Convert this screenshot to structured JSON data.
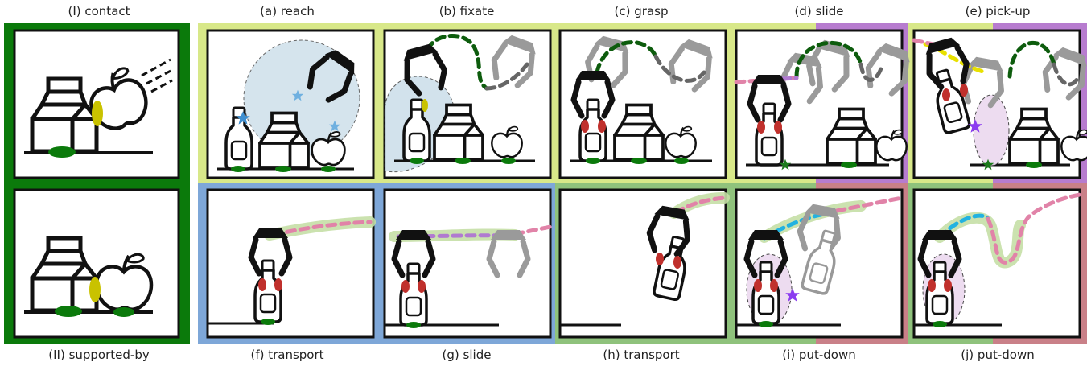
{
  "left_column": {
    "top_caption": "(I) contact",
    "bottom_caption": "(II) supported-by"
  },
  "panels": [
    {
      "id": "a",
      "caption": "(a) reach"
    },
    {
      "id": "b",
      "caption": "(b) fixate"
    },
    {
      "id": "c",
      "caption": "(c) grasp"
    },
    {
      "id": "d",
      "caption": "(d) slide"
    },
    {
      "id": "e",
      "caption": "(e) pick-up"
    },
    {
      "id": "f",
      "caption": "(f) transport"
    },
    {
      "id": "g",
      "caption": "(g) slide"
    },
    {
      "id": "h",
      "caption": "(h) transport"
    },
    {
      "id": "i",
      "caption": "(i) put-down"
    },
    {
      "id": "j",
      "caption": "(j) put-down"
    }
  ],
  "colors": {
    "contact_green": "#0b7a0b",
    "reach_yellowgreen": "#d8e889",
    "transport_blue": "#7ea7d8",
    "transport_green": "#8fc27c",
    "slide_purple": "#b77ccf",
    "putdown_rose": "#c98088",
    "path_darkgreen": "#0d5c0d",
    "path_gray": "#666666",
    "path_pink": "#e183a8",
    "path_purple": "#b07ad0",
    "path_cyan": "#22b2e0",
    "path_navy": "#1a5e80",
    "contact_yellow": "#c9c200",
    "grip_red": "#c0302c",
    "star_blue": "#3f8fd0",
    "star_purple": "#8b3cf0",
    "star_green": "#1b7a1b"
  },
  "icons": [
    "milk-carton-icon",
    "apple-icon",
    "bottle-icon",
    "gripper-icon",
    "star-icon"
  ]
}
